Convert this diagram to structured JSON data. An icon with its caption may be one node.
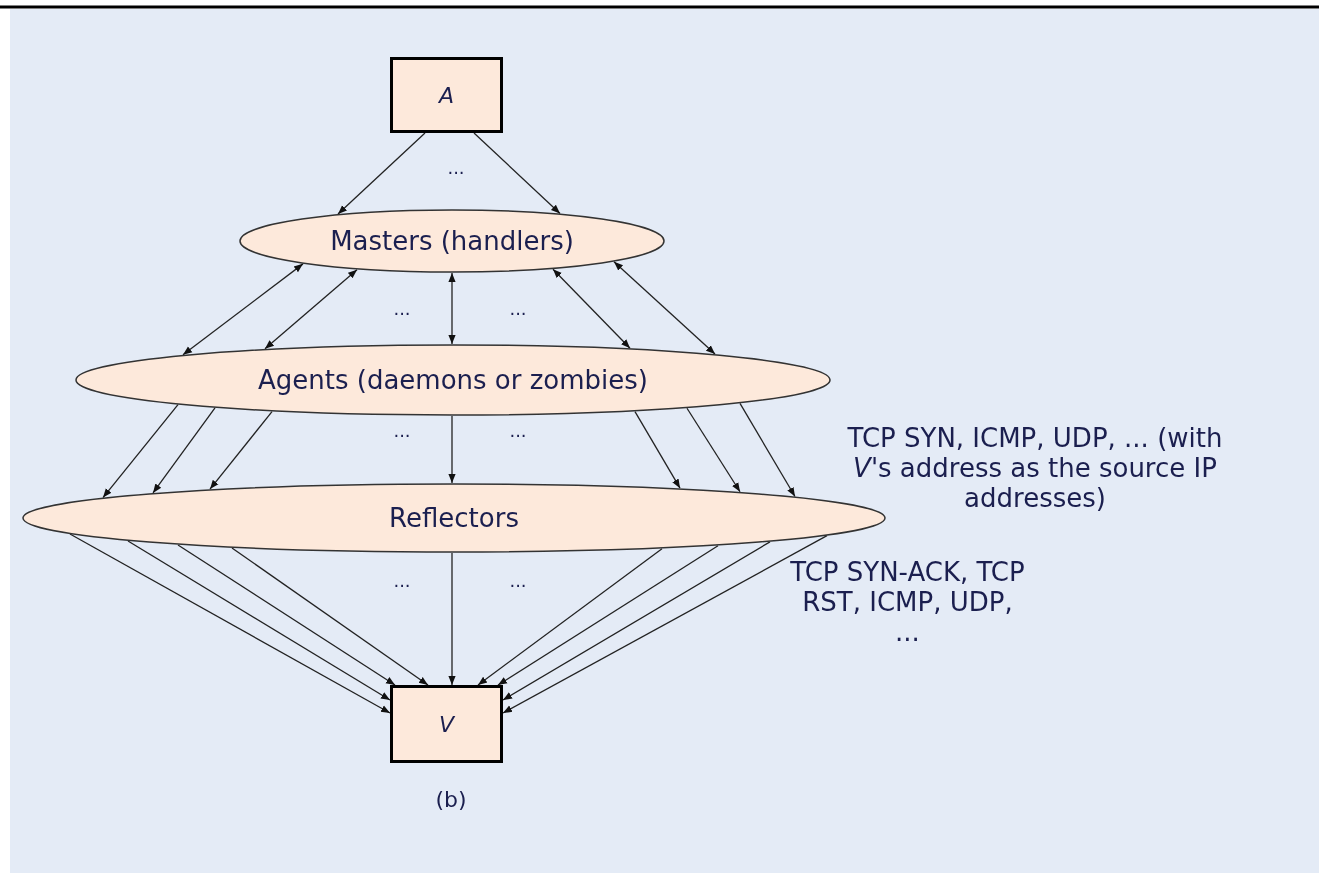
{
  "diagram": {
    "caption": "(b)",
    "nodes": [
      {
        "text": [
          "A"
        ]
      },
      {
        "text": [
          "Masters (handlers)"
        ]
      },
      {
        "text": [
          "Agents (daemons or zombies)"
        ]
      },
      {
        "text": [
          "Reflectors"
        ]
      },
      {
        "text": [
          "V"
        ]
      }
    ],
    "edges": [
      {
        "from": 0,
        "to": 1,
        "arrow": "to"
      },
      {
        "from": 0,
        "to": 1,
        "arrow": "to"
      },
      {
        "from": 1,
        "to": 2,
        "arrow": "both"
      },
      {
        "from": 1,
        "to": 2,
        "arrow": "both"
      },
      {
        "from": 1,
        "to": 2,
        "arrow": "both"
      },
      {
        "from": 1,
        "to": 2,
        "arrow": "both"
      },
      {
        "from": 1,
        "to": 2,
        "arrow": "both"
      },
      {
        "from": 2,
        "to": 3,
        "arrow": "to"
      },
      {
        "from": 2,
        "to": 3,
        "arrow": "to"
      },
      {
        "from": 2,
        "to": 3,
        "arrow": "to"
      },
      {
        "from": 2,
        "to": 3,
        "arrow": "to"
      },
      {
        "from": 2,
        "to": 3,
        "arrow": "to"
      },
      {
        "from": 2,
        "to": 3,
        "arrow": "to"
      },
      {
        "from": 2,
        "to": 3,
        "arrow": "to"
      },
      {
        "from": 3,
        "to": 4,
        "arrow": "to"
      },
      {
        "from": 3,
        "to": 4,
        "arrow": "to"
      },
      {
        "from": 3,
        "to": 4,
        "arrow": "to"
      },
      {
        "from": 3,
        "to": 4,
        "arrow": "to"
      },
      {
        "from": 3,
        "to": 4,
        "arrow": "to"
      },
      {
        "from": 3,
        "to": 4,
        "arrow": "to"
      },
      {
        "from": 3,
        "to": 4,
        "arrow": "to"
      },
      {
        "from": 3,
        "to": 4,
        "arrow": "to"
      },
      {
        "from": 3,
        "to": 4,
        "arrow": "to"
      }
    ],
    "labels": [
      "···",
      "···",
      "···",
      "···",
      "···",
      "TCP SYN, ICMP, UDP, ... (with *V*'s address as the source IP addresses)",
      "···",
      "···",
      "TCP SYN-ACK, TCP RST, ICMP, UDP, ..."
    ]
  }
}
